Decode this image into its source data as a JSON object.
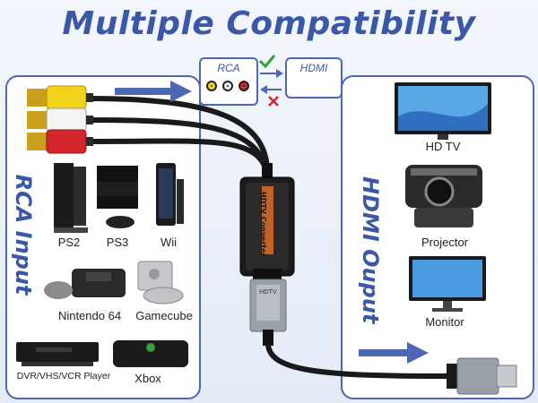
{
  "title": "Multiple Compatibility",
  "left_panel": {
    "heading": "RCA Input",
    "devices": {
      "ps2": "PS2",
      "ps3": "PS3",
      "wii": "Wii",
      "n64": "Nintendo 64",
      "gamecube": "Gamecube",
      "dvr": "DVR/VHS/VCR Player",
      "xbox": "Xbox"
    }
  },
  "right_panel": {
    "heading": "HDMI Ouput",
    "devices": {
      "tv": "HD TV",
      "projector": "Projector",
      "monitor": "Monitor"
    }
  },
  "signal": {
    "rca_label": "RCA",
    "hdmi_label": "HDMI",
    "rca_to_hdmi": "check-icon",
    "hdmi_to_rca": "cross-icon"
  },
  "converter": {
    "label": "HDTV Converter",
    "plug_text": "HDTV"
  },
  "colors": {
    "accent": "#3a57a8",
    "rca_yellow": "#f3d21c",
    "rca_white": "#f4f4f4",
    "rca_red": "#d3252c",
    "check": "#2ea043",
    "cross": "#d3252c"
  }
}
